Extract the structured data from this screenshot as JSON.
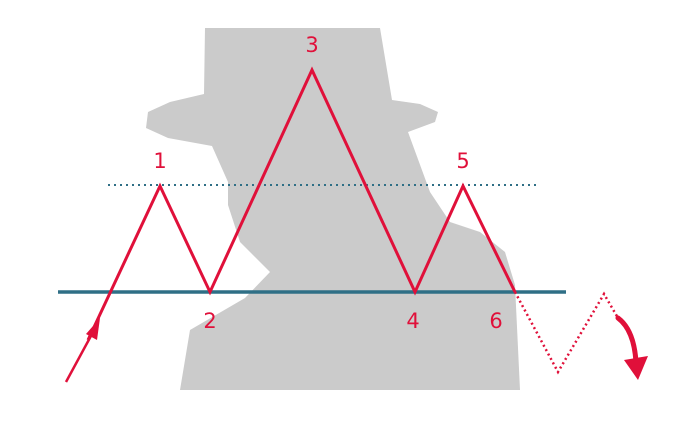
{
  "colors": {
    "background": "#ffffff",
    "silhouette": "#cbcbcb",
    "pattern_line": "#e0103a",
    "neckline": "#2f6f86",
    "resistance_dotted": "#2f6f86"
  },
  "icons": {
    "silhouette": "man-in-hat-silhouette",
    "entry_arrow": "red-arrow-up-icon",
    "exit_arrow": "red-curved-arrow-down-icon"
  },
  "points": [
    {
      "label": "1"
    },
    {
      "label": "2"
    },
    {
      "label": "3"
    },
    {
      "label": "4"
    },
    {
      "label": "5"
    },
    {
      "label": "6"
    }
  ]
}
